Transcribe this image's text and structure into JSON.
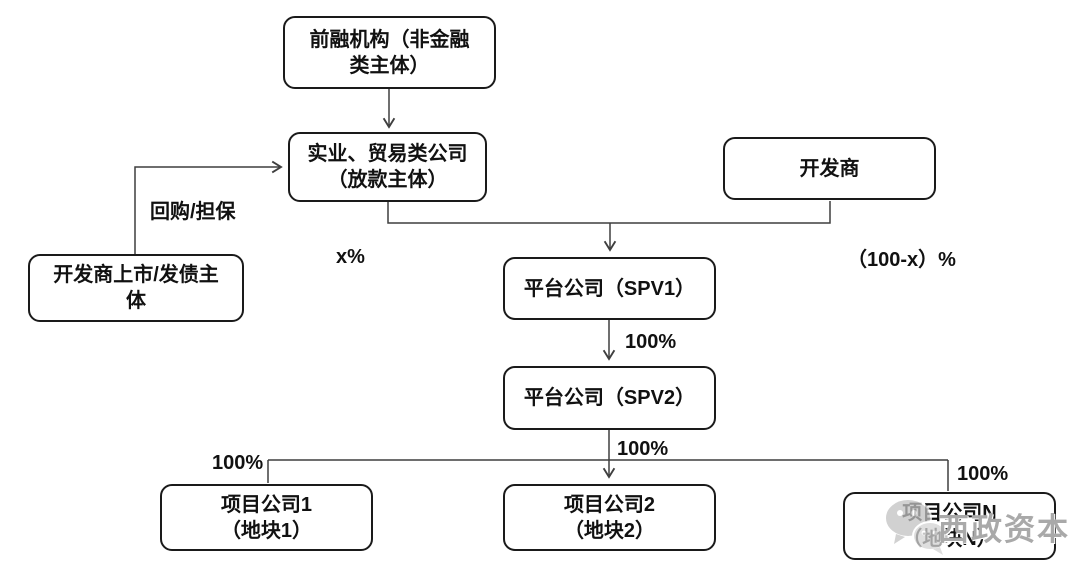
{
  "diagram": {
    "type": "org-structure-flowchart",
    "nodes": {
      "pre_financing": {
        "label": "前融机构（非金融\n类主体）"
      },
      "lending_company": {
        "label": "实业、贸易类公司\n（放款主体）"
      },
      "developer_listed_entity": {
        "label": "开发商上市/发债主\n体"
      },
      "developer": {
        "label": "开发商"
      },
      "spv1": {
        "label": "平台公司（SPV1）"
      },
      "spv2": {
        "label": "平台公司（SPV2）"
      },
      "project1": {
        "label": "项目公司1\n（地块1）"
      },
      "project2": {
        "label": "项目公司2\n（地块2）"
      },
      "projectN": {
        "label": "项目公司N\n（地块N）"
      }
    },
    "edge_labels": {
      "repurchase_guarantee": "回购/担保",
      "x_pct": "x%",
      "remainder_pct": "（100-x）%",
      "spv1_to_spv2_pct": "100%",
      "spv2_to_project1_pct": "100%",
      "spv2_to_project2_pct": "100%",
      "spv2_to_projectN_pct": "100%"
    },
    "watermark": {
      "brand": "西政资本",
      "icon": "wechat-icon"
    },
    "colors": {
      "background": "#ffffff",
      "box_border": "#1a1a1a",
      "text": "#111111",
      "connector": "#3f3f3f",
      "watermark_gray": "#949494"
    }
  }
}
